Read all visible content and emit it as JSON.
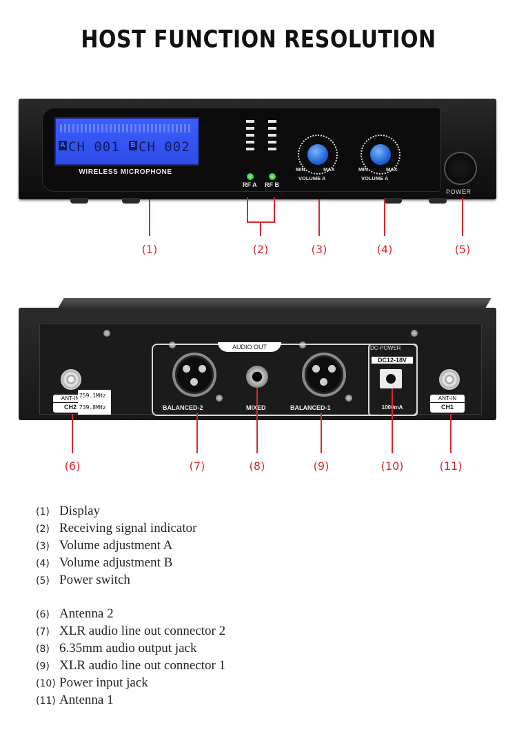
{
  "title": "HOST FUNCTION RESOLUTION",
  "front_panel": {
    "lcd_left_channel": "CH 001",
    "lcd_right_channel": "CH 002",
    "lcd_tag_left": "A",
    "lcd_tag_right": "B",
    "brand_line": "WIRELESS MICROPHONE",
    "rf_a": "RF A",
    "rf_b": "RF B",
    "knob1": {
      "min": "MIN",
      "max": "MAX",
      "label": "VOLUME A"
    },
    "knob2": {
      "min": "MIN",
      "max": "MAX",
      "label": "VOLUME A"
    },
    "power_label": "POWER"
  },
  "rear_panel": {
    "ant_left": {
      "top": "ANT-IN",
      "bottom": "CH2"
    },
    "ant_right": {
      "top": "ANT-IN",
      "bottom": "CH1"
    },
    "freq1": "759.1MHz",
    "freq2": "739.8MHz",
    "audio_out": "AUDIO OUT",
    "balanced2": "BALANCED-2",
    "mixed": "MIXED",
    "balanced1": "BALANCED-1",
    "dc_title": "DC-POWER",
    "dc_volt": "DC12-18V",
    "dc_current": "1000mA"
  },
  "callouts_front": [
    "(1)",
    "(2)",
    "(3)",
    "(4)",
    "(5)"
  ],
  "callouts_rear": [
    "(6)",
    "(7)",
    "(8)",
    "(9)",
    "(10)",
    "(11)"
  ],
  "legend_group1": [
    {
      "n": "(1)",
      "text": "Display"
    },
    {
      "n": "(2)",
      "text": "Receiving signal indicator"
    },
    {
      "n": "(3)",
      "text": "Volume adjustment A"
    },
    {
      "n": "(4)",
      "text": "Volume adjustment B"
    },
    {
      "n": "(5)",
      "text": "Power switch"
    }
  ],
  "legend_group2": [
    {
      "n": "(6)",
      "text": "Antenna 2"
    },
    {
      "n": "(7)",
      "text": "XLR audio line out connector 2"
    },
    {
      "n": "(8)",
      "text": "6.35mm audio output jack"
    },
    {
      "n": "(9)",
      "text": "XLR audio line out connector 1"
    },
    {
      "n": "(10)",
      "text": "Power input jack"
    },
    {
      "n": "(11)",
      "text": "Antenna 1"
    }
  ],
  "colors": {
    "callout": "#d9262b",
    "lcd": "#3c5dff",
    "knob": "#1f66d6"
  }
}
